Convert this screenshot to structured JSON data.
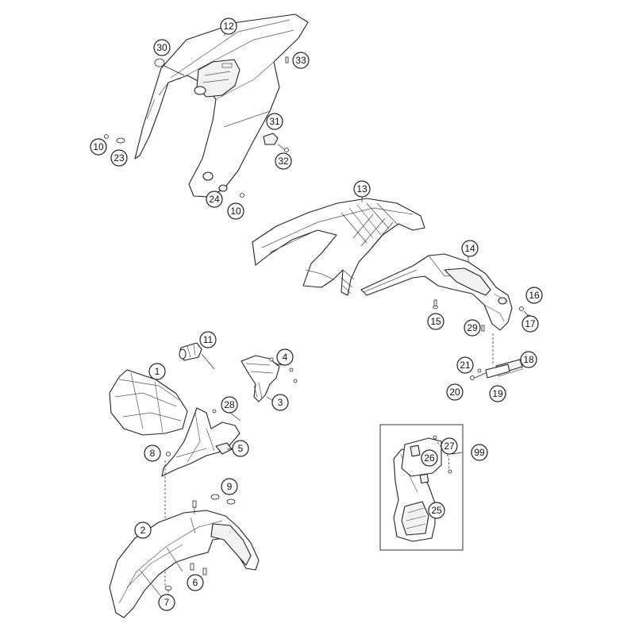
{
  "diagram": {
    "callouts": {
      "c1": "1",
      "c2": "2",
      "c3": "3",
      "c4": "4",
      "c5": "5",
      "c6": "6",
      "c7": "7",
      "c8": "8",
      "c9": "9",
      "c10a": "10",
      "c10b": "10",
      "c11": "11",
      "c12": "12",
      "c13": "13",
      "c14": "14",
      "c15": "15",
      "c16": "16",
      "c17": "17",
      "c18": "18",
      "c19": "19",
      "c20": "20",
      "c21": "21",
      "c23": "23",
      "c24": "24",
      "c25": "25",
      "c26": "26",
      "c27": "27",
      "c28": "28",
      "c29": "29",
      "c30": "30",
      "c31": "31",
      "c32": "32",
      "c33": "33",
      "c99": "99"
    }
  }
}
